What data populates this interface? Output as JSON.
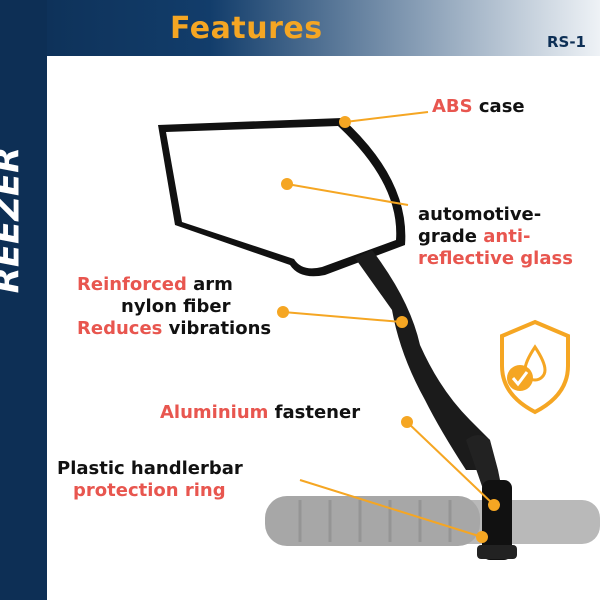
{
  "header": {
    "title": "Features",
    "model": "RS-1"
  },
  "brand": {
    "logo_text": "REEZER"
  },
  "labels": {
    "abs": {
      "red": "ABS",
      "rest": " case"
    },
    "glass": {
      "l1": "automotive-",
      "l2a": "grade ",
      "l2b": "anti-",
      "l3": "reflective glass"
    },
    "arm": {
      "l1a": "Reinforced",
      "l1b": " arm",
      "l2": "nylon fiber",
      "l3a": "Reduces",
      "l3b": " vibrations"
    },
    "fastener": {
      "red": "Aluminium",
      "rest": " fastener"
    },
    "ring": {
      "l1": "Plastic handlerbar",
      "l2": "protection ring"
    }
  },
  "colors": {
    "navy": "#0d2f55",
    "orange": "#f5a623",
    "red": "#e8564f"
  },
  "icons": [
    "shield-droplet-icon",
    "check-badge-icon"
  ]
}
